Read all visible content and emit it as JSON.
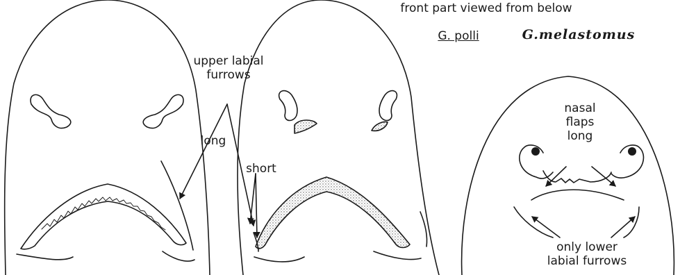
{
  "header": {
    "view_label": "front part viewed from below"
  },
  "species": {
    "left": "G. polli",
    "right": "G.melastomus"
  },
  "annotations": {
    "upper_labial_furrows": "upper labial\nfurrows",
    "long": "long",
    "short": "short",
    "nasal_flaps": "nasal\nflaps\nlong",
    "lower_labial_furrows": "only lower\nlabial furrows"
  },
  "colors": {
    "ink": "#1a1a1a",
    "stipple": "#8a8a8a",
    "paper": "#ffffff"
  }
}
